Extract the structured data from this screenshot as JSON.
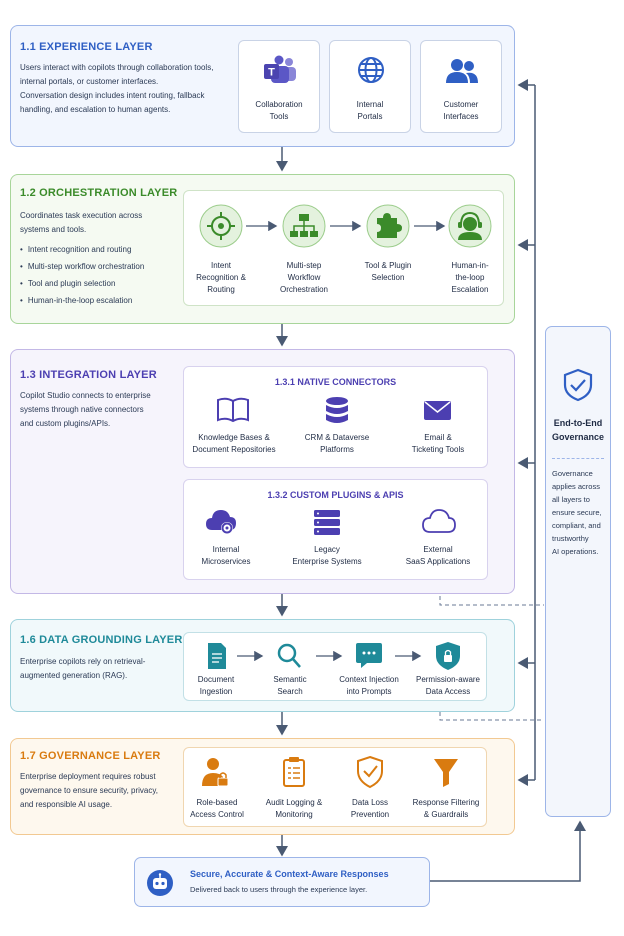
{
  "experience": {
    "title": "1.1  EXPERIENCE LAYER",
    "desc": [
      "Users interact with copilots through collaboration tools,",
      "internal portals, or customer interfaces.",
      "Conversation design includes intent routing, fallback",
      "handling, and escalation to human agents."
    ],
    "cards": [
      {
        "label": [
          "Collaboration",
          "Tools"
        ],
        "icon": "teams-icon"
      },
      {
        "label": [
          "Internal",
          "Portals"
        ],
        "icon": "globe-icon"
      },
      {
        "label": [
          "Customer",
          "Interfaces"
        ],
        "icon": "users-icon"
      }
    ]
  },
  "orchestration": {
    "title": "1.2  ORCHESTRATION LAYER",
    "desc": [
      "Coordinates task execution across",
      "systems and tools."
    ],
    "bullets": [
      "Intent recognition and routing",
      "Multi-step workflow orchestration",
      "Tool and plugin selection",
      "Human-in-the-loop escalation"
    ],
    "steps": [
      {
        "label": [
          "Intent",
          "Recognition &",
          "Routing"
        ],
        "icon": "target-icon"
      },
      {
        "label": [
          "Multi-step",
          "Workflow",
          "Orchestration"
        ],
        "icon": "workflow-icon"
      },
      {
        "label": [
          "Tool & Plugin",
          "Selection"
        ],
        "icon": "puzzle-icon"
      },
      {
        "label": [
          "Human-in-",
          "the-loop",
          "Escalation"
        ],
        "icon": "headset-icon"
      }
    ]
  },
  "integration": {
    "title": "1.3  INTEGRATION LAYER",
    "desc": [
      "Copilot Studio connects to enterprise",
      "systems through native connectors",
      "and custom plugins/APIs."
    ],
    "native": {
      "title": "1.3.1  NATIVE CONNECTORS",
      "items": [
        {
          "label": [
            "Knowledge Bases &",
            "Document Repositories"
          ],
          "icon": "book-icon"
        },
        {
          "label": [
            "CRM & Dataverse",
            "Platforms"
          ],
          "icon": "database-icon"
        },
        {
          "label": [
            "Email &",
            "Ticketing Tools"
          ],
          "icon": "mail-icon"
        }
      ]
    },
    "custom": {
      "title": "1.3.2  CUSTOM PLUGINS & APIS",
      "items": [
        {
          "label": [
            "Internal",
            "Microservices"
          ],
          "icon": "cloud-gear-icon"
        },
        {
          "label": [
            "Legacy",
            "Enterprise Systems"
          ],
          "icon": "server-icon"
        },
        {
          "label": [
            "External",
            "SaaS Applications"
          ],
          "icon": "cloud-icon"
        }
      ]
    }
  },
  "grounding": {
    "title": "1.6  DATA GROUNDING LAYER",
    "desc": [
      "Enterprise copilots rely on retrieval-",
      "augmented generation (RAG)."
    ],
    "steps": [
      {
        "label": [
          "Document",
          "Ingestion"
        ],
        "icon": "document-icon"
      },
      {
        "label": [
          "Semantic",
          "Search"
        ],
        "icon": "search-icon"
      },
      {
        "label": [
          "Context Injection",
          "into Prompts"
        ],
        "icon": "chat-icon"
      },
      {
        "label": [
          "Permission-aware",
          "Data Access"
        ],
        "icon": "shield-lock-icon"
      }
    ]
  },
  "governance_layer": {
    "title": "1.7  GOVERNANCE LAYER",
    "desc": [
      "Enterprise deployment requires robust",
      "governance to ensure security, privacy,",
      "and responsible AI usage."
    ],
    "items": [
      {
        "label": [
          "Role-based",
          "Access Control"
        ],
        "icon": "user-lock-icon"
      },
      {
        "label": [
          "Audit Logging &",
          "Monitoring"
        ],
        "icon": "clipboard-icon"
      },
      {
        "label": [
          "Data Loss",
          "Prevention"
        ],
        "icon": "shield-check-icon"
      },
      {
        "label": [
          "Response Filtering",
          "& Guardrails"
        ],
        "icon": "filter-icon"
      }
    ]
  },
  "governance_panel": {
    "title": [
      "End-to-End",
      "Governance"
    ],
    "desc": [
      "Governance",
      "applies across",
      "all layers to",
      "ensure secure,",
      "compliant, and",
      "trustworthy",
      "AI operations."
    ],
    "icon": "shield-check-icon"
  },
  "output": {
    "title": "Secure, Accurate & Context-Aware Responses",
    "desc": "Delivered back to users through the experience layer.",
    "icon": "bot-icon"
  },
  "colors": {
    "experience": "#2f5fc4",
    "orchestration": "#3b8b2a",
    "integration": "#4c3fb1",
    "grounding": "#1f8a99",
    "governance": "#d97b10",
    "arrow": "#4a5a73"
  }
}
